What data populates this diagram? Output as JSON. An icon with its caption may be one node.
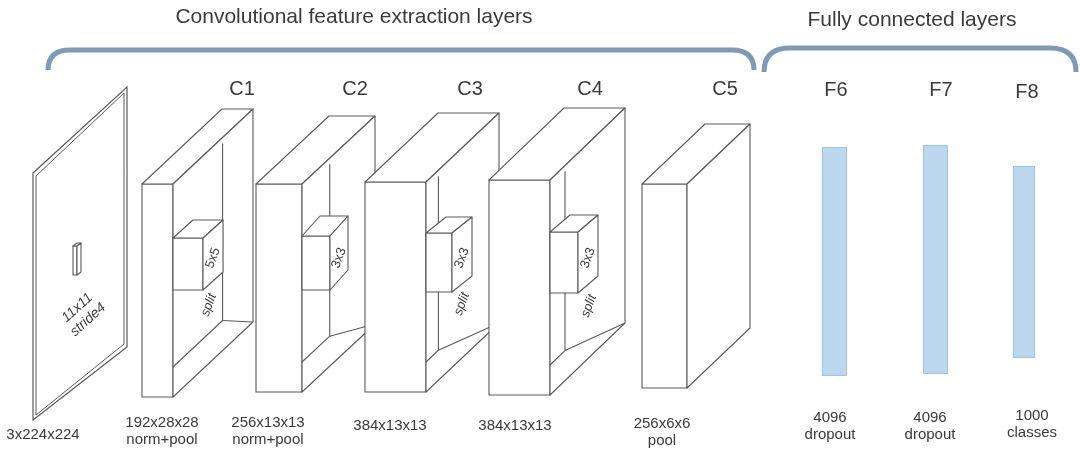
{
  "diagram": {
    "nodes": [
      {
        "text": [],
        "shape": "box",
        "beside": [
          "3x224x224"
        ]
      },
      {
        "text": [],
        "shape": "box",
        "in": 0,
        "beside": [
          "11x11 stride4"
        ]
      },
      {
        "text": [
          "C1"
        ],
        "beside": [
          "192x28x28 norm+pool"
        ]
      },
      {
        "text": [
          "5x5"
        ],
        "in": 2,
        "beside": [
          "split"
        ]
      },
      {
        "text": [
          "C2"
        ],
        "beside": [
          "256x13x13 norm+pool"
        ]
      },
      {
        "text": [
          "3x3"
        ],
        "in": 4
      },
      {
        "text": [
          "C3"
        ],
        "beside": [
          "384x13x13"
        ]
      },
      {
        "text": [
          "3x3"
        ],
        "in": 6,
        "beside": [
          "split"
        ]
      },
      {
        "text": [
          "C4"
        ],
        "beside": [
          "384x13x13"
        ]
      },
      {
        "text": [
          "3x3"
        ],
        "in": 8,
        "beside": [
          "split"
        ]
      },
      {
        "text": [
          "C5"
        ],
        "beside": [
          "256x6x6 pool"
        ]
      },
      {
        "text": [
          "F6"
        ],
        "beside": [
          "4096 dropout"
        ]
      },
      {
        "text": [
          "F7"
        ],
        "beside": [
          "4096 dropout"
        ]
      },
      {
        "text": [
          "F8"
        ],
        "beside": [
          "1000 classes"
        ]
      }
    ],
    "labels": [
      "Convolutional feature extraction layers",
      "Fully connected layers"
    ]
  }
}
